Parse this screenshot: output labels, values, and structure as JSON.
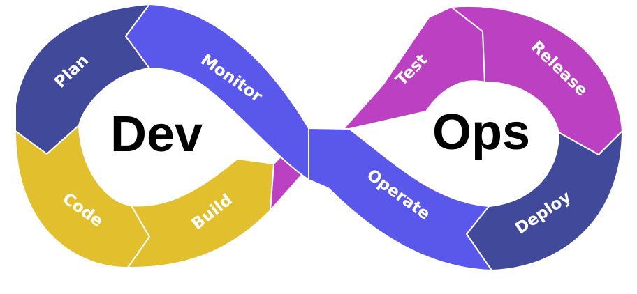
{
  "diagram": {
    "center_words": {
      "left": "Dev",
      "right": "Ops"
    },
    "stages": {
      "plan": "Plan",
      "code": "Code",
      "build": "Build",
      "test": "Test",
      "release": "Release",
      "deploy": "Deploy",
      "operate": "Operate",
      "monitor": "Monitor"
    },
    "colors": {
      "plan": "#414a9a",
      "code": "#e2bf2d",
      "build": "#e2bf2d",
      "test": "#bc41c2",
      "release": "#bc41c2",
      "deploy": "#414a9a",
      "operate": "#5a58eb",
      "monitor": "#5a58eb"
    }
  }
}
